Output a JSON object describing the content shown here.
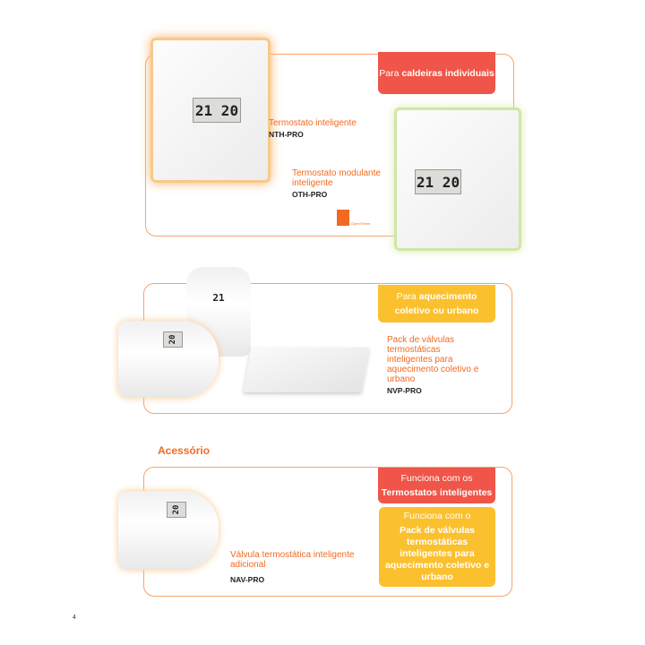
{
  "section1": {
    "tag": "Para caldeiras individuais",
    "tag_bold": "caldeiras individuais",
    "tag_pre": "Para",
    "product1": {
      "name": "Termostato inteligente",
      "code": "NTH-PRO"
    },
    "product2": {
      "name": "Termostato modulante inteligente",
      "code": "OTH-PRO"
    },
    "logo": "OpenTherm",
    "display": "21 20"
  },
  "section2": {
    "tag_pre": "Para",
    "tag_bold": "aquecimento coletivo ou urbano",
    "product": {
      "name": "Pack de válvulas termostáticas inteligentes para aquecimento coletivo e urbano",
      "code": "NVP-PRO"
    },
    "display": "21"
  },
  "section3": {
    "heading": "Acessório",
    "tag_red_pre": "Funciona com os",
    "tag_red_bold": "Termostatos inteligentes",
    "tag_yellow_pre": "Funciona com o",
    "tag_yellow_bold": "Pack de válvulas termostáticas inteligentes para aquecimento coletivo e urbano",
    "product": {
      "name": "Válvula termostática inteligente adicional",
      "code": "NAV-PRO"
    },
    "display": "20"
  },
  "page_number": "4",
  "colors": {
    "orange": "#f26a21",
    "red": "#ef5548",
    "yellow": "#fbc02d",
    "border": "#f5a46e"
  }
}
